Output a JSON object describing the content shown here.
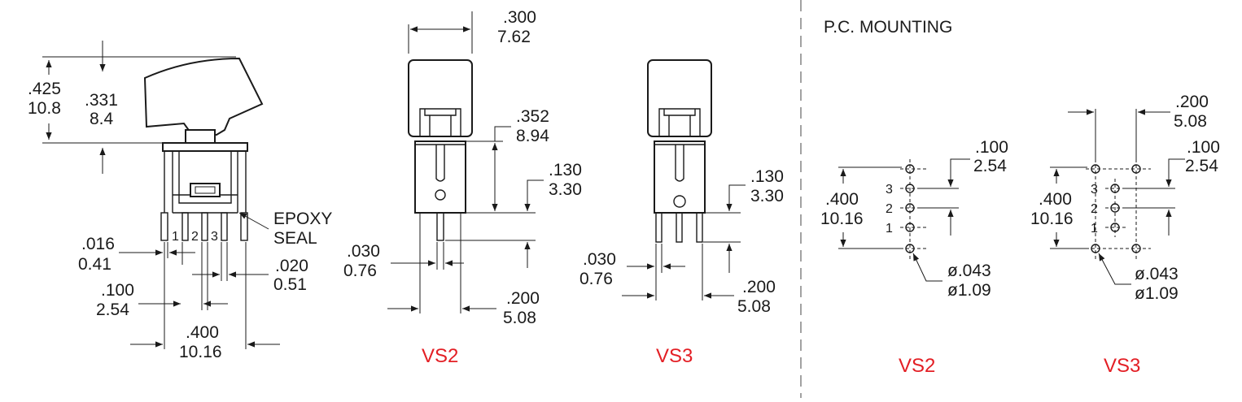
{
  "side_view": {
    "height_total": {
      "inch": ".425",
      "mm": "10.8"
    },
    "height_actuator": {
      "inch": ".331",
      "mm": "8.4"
    },
    "epoxy_label_1": "EPOXY",
    "epoxy_label_2": "SEAL",
    "pin_1": "1",
    "pin_2": "2",
    "pin_3": "3",
    "pin_thickness": {
      "inch": ".016",
      "mm": "0.41"
    },
    "pin_width": {
      "inch": ".020",
      "mm": "0.51"
    },
    "pin_pitch": {
      "inch": ".100",
      "mm": "2.54"
    },
    "body_width": {
      "inch": ".400",
      "mm": "10.16"
    }
  },
  "vs2_view": {
    "width": {
      "inch": ".300",
      "mm": "7.62"
    },
    "height": {
      "inch": ".352",
      "mm": "8.94"
    },
    "pin_length": {
      "inch": ".130",
      "mm": "3.30"
    },
    "pin_thickness": {
      "inch": ".030",
      "mm": "0.76"
    },
    "pin_span": {
      "inch": ".200",
      "mm": "5.08"
    },
    "label": "VS2"
  },
  "vs3_view": {
    "pin_length": {
      "inch": ".130",
      "mm": "3.30"
    },
    "pin_thickness": {
      "inch": ".030",
      "mm": "0.76"
    },
    "pin_span": {
      "inch": ".200",
      "mm": "5.08"
    },
    "label": "VS3"
  },
  "pc_mounting": {
    "title": "P.C. MOUNTING",
    "vs2": {
      "pitch": {
        "inch": ".100",
        "mm": "2.54"
      },
      "span": {
        "inch": ".400",
        "mm": "10.16"
      },
      "hole": {
        "inch": "ø.043",
        "mm": "ø1.09"
      },
      "pin_labels": [
        "3",
        "2",
        "1"
      ],
      "label": "VS2"
    },
    "vs3": {
      "column_spacing": {
        "inch": ".200",
        "mm": "5.08"
      },
      "pitch": {
        "inch": ".100",
        "mm": "2.54"
      },
      "span": {
        "inch": ".400",
        "mm": "10.16"
      },
      "hole": {
        "inch": "ø.043",
        "mm": "ø1.09"
      },
      "pin_labels": [
        "3",
        "2",
        "1"
      ],
      "label": "VS3"
    }
  },
  "colors": {
    "line": "#1a1a1a",
    "label_red": "#e31e24",
    "background": "#ffffff"
  }
}
